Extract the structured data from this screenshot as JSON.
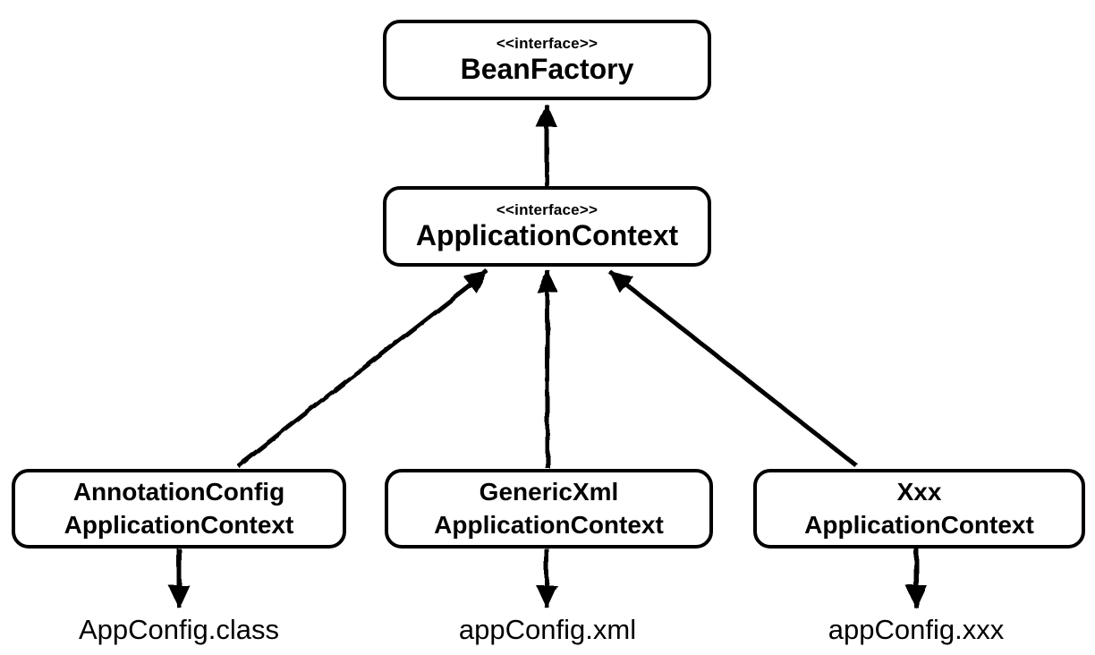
{
  "diagram": {
    "nodes": {
      "bean_factory": {
        "stereotype": "<<interface>>",
        "name": "BeanFactory"
      },
      "application_context": {
        "stereotype": "<<interface>>",
        "name": "ApplicationContext"
      },
      "annotation_config_application_context": {
        "line1": "AnnotationConfig",
        "line2": "ApplicationContext"
      },
      "generic_xml_application_context": {
        "line1": "GenericXml",
        "line2": "ApplicationContext"
      },
      "xxx_application_context": {
        "line1": "Xxx",
        "line2": "ApplicationContext"
      }
    },
    "artifacts": {
      "class_file": "AppConfig.class",
      "xml_file": "appConfig.xml",
      "xxx_file": "appConfig.xxx"
    },
    "colors": {
      "line": "#000000",
      "node_fill": "#ffffff",
      "text": "#000000"
    }
  }
}
